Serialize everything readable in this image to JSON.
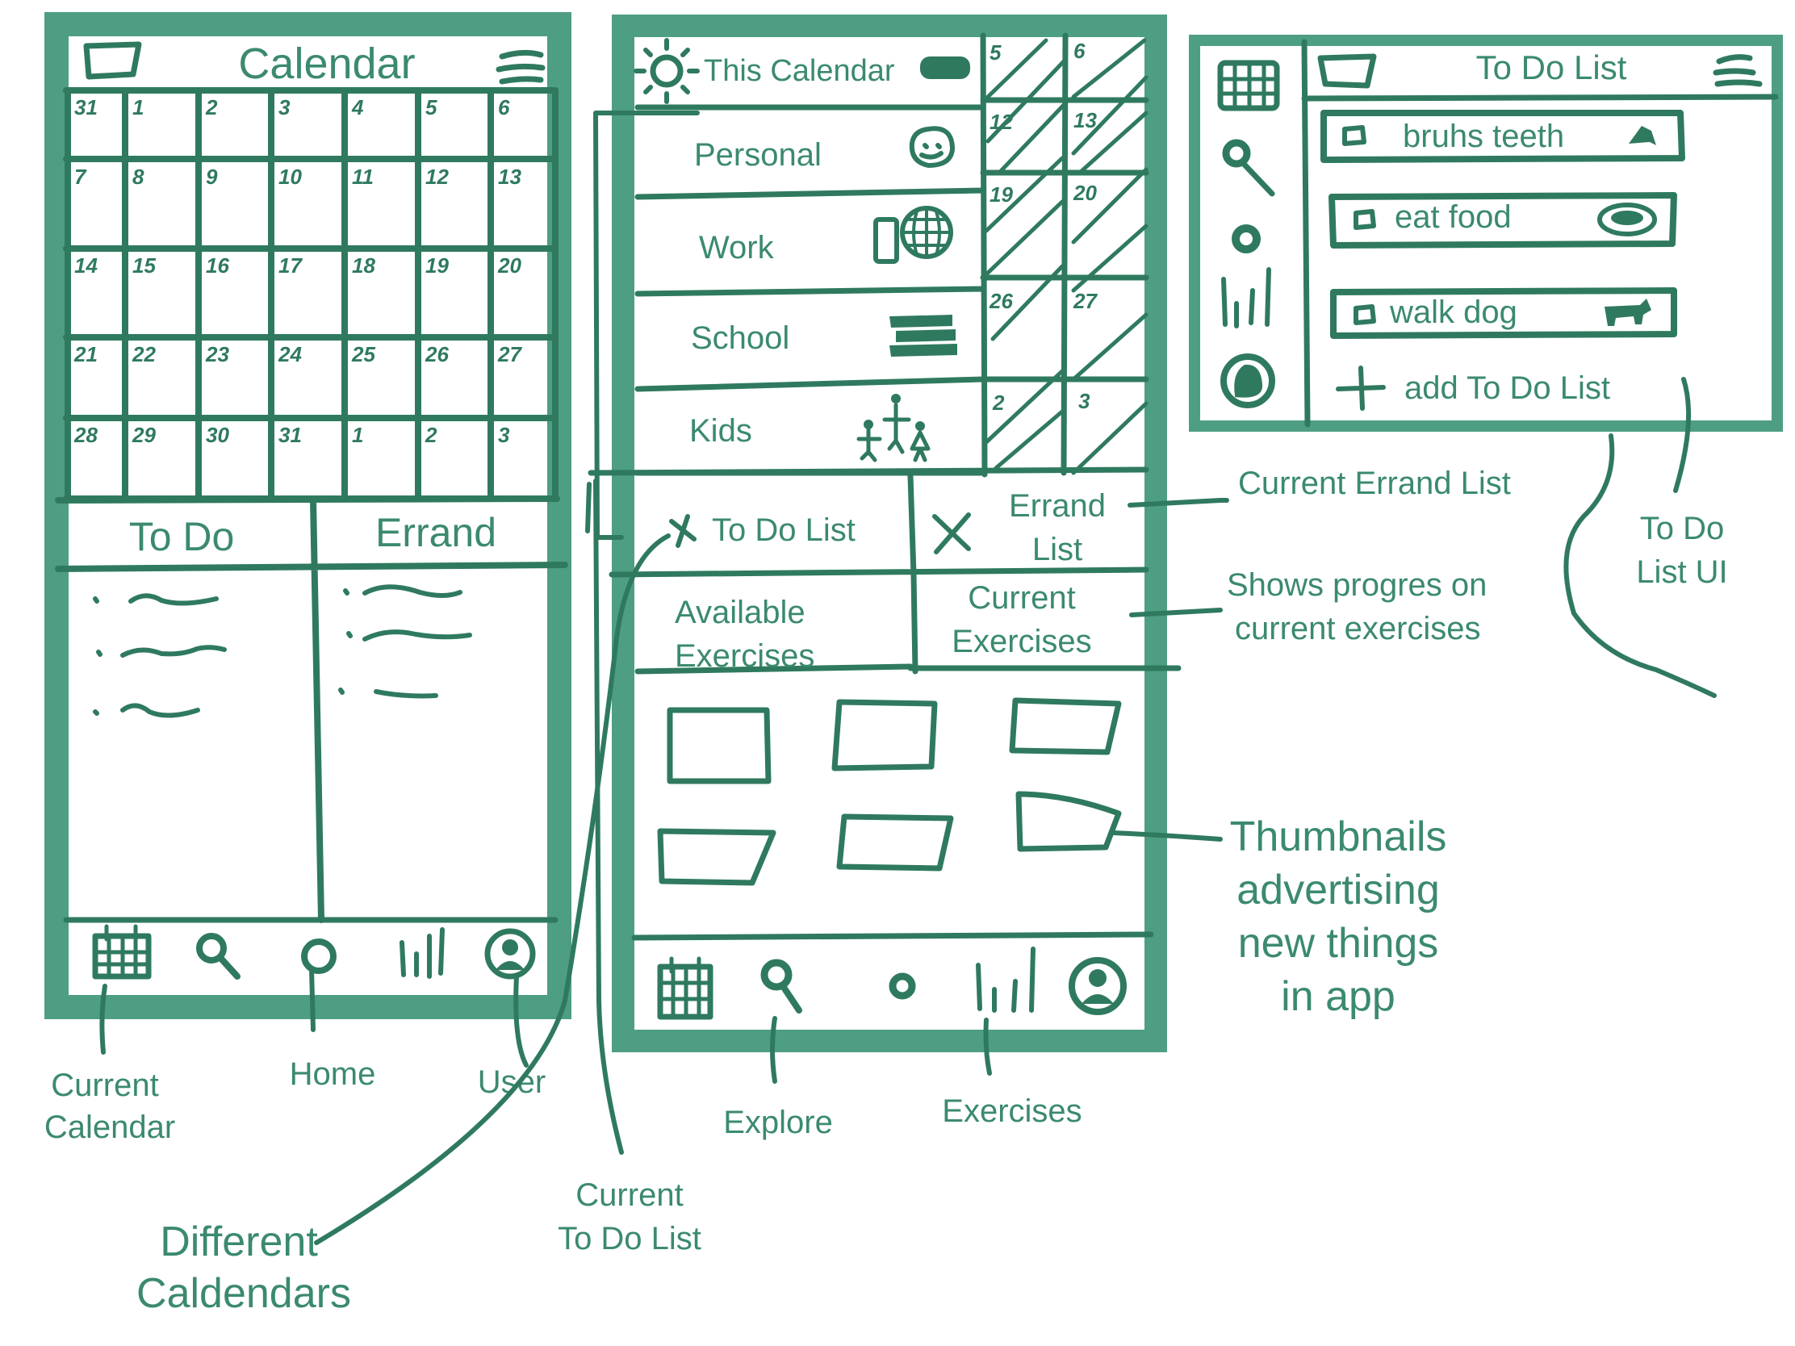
{
  "colors": {
    "ink": "#2f7a5f",
    "frame": "#4e9e83",
    "text": "#3b8a6e",
    "background": "#ffffff"
  },
  "screen1": {
    "title": "Calendar",
    "calendar_rows": [
      [
        "31",
        "1",
        "2",
        "3",
        "4",
        "5",
        "6"
      ],
      [
        "7",
        "8",
        "9",
        "10",
        "11",
        "12",
        "13"
      ],
      [
        "14",
        "15",
        "16",
        "17",
        "18",
        "19",
        "20"
      ],
      [
        "21",
        "22",
        "23",
        "24",
        "25",
        "26",
        "27"
      ],
      [
        "28",
        "29",
        "30",
        "31",
        "1",
        "2",
        "3"
      ]
    ],
    "todo_header": "To Do",
    "errand_header": "Errand",
    "nav_icons": [
      "calendar-icon",
      "search-icon",
      "home-icon",
      "exercises-icon",
      "user-icon"
    ]
  },
  "screen2": {
    "header": "This Calendar",
    "calendars": [
      {
        "label": "Personal",
        "icon": "face-icon"
      },
      {
        "label": "Work",
        "icon": "phone-globe-icon"
      },
      {
        "label": "School",
        "icon": "books-icon"
      },
      {
        "label": "Kids",
        "icon": "family-icon"
      }
    ],
    "mini_dates": [
      "5",
      "6",
      "12",
      "13",
      "19",
      "20",
      "26",
      "27",
      "2",
      "3"
    ],
    "todo_tab": "To Do List",
    "errand_tab": [
      "Errand",
      "List"
    ],
    "available": [
      "Available",
      "Exercises"
    ],
    "current": [
      "Current",
      "Exercises"
    ]
  },
  "screen3": {
    "title": "To Do List",
    "items": [
      {
        "label": "bruhs teeth",
        "icon": "toothbrush-icon"
      },
      {
        "label": "eat food",
        "icon": "plate-icon"
      },
      {
        "label": "walk dog",
        "icon": "dog-icon"
      }
    ],
    "add_label": "add To Do List"
  },
  "annotations": {
    "current_calendar": [
      "Current",
      "Calendar"
    ],
    "home": "Home",
    "user": "User",
    "explore": "Explore",
    "exercises": "Exercises",
    "current_todo": [
      "Current",
      "To Do List"
    ],
    "different_calendars": [
      "Different",
      "Caldendars"
    ],
    "current_errand": "Current Errand List",
    "shows_progress": [
      "Shows progres on",
      "current exercises"
    ],
    "todo_ui": [
      "To Do",
      "List UI"
    ],
    "thumbnails": [
      "Thumbnails",
      "advertising",
      "new things",
      "in app"
    ]
  }
}
